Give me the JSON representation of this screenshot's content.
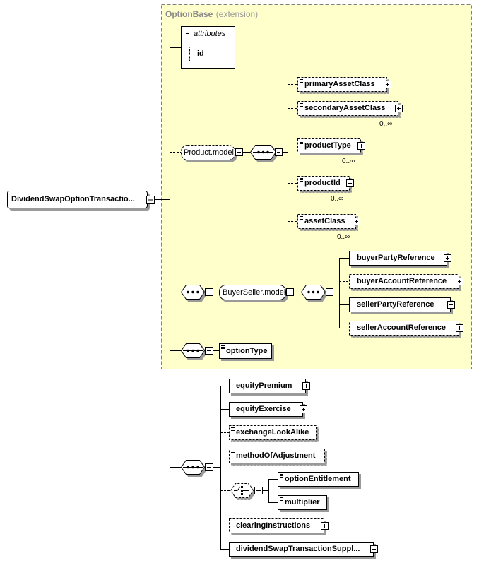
{
  "option_base": {
    "title": "OptionBase",
    "subtitle": "(extension)"
  },
  "attributes": {
    "label": "attributes",
    "items": [
      "id"
    ]
  },
  "root": {
    "label": "DividendSwapOptionTransactio..."
  },
  "product_model": {
    "label": "Product.model",
    "children": [
      {
        "label": "primaryAssetClass",
        "occurrence": ""
      },
      {
        "label": "secondaryAssetClass",
        "occurrence": "0..∞"
      },
      {
        "label": "productType",
        "occurrence": "0..∞"
      },
      {
        "label": "productId",
        "occurrence": "0..∞"
      },
      {
        "label": "assetClass",
        "occurrence": "0..∞"
      }
    ]
  },
  "buyer_seller_model": {
    "label": "BuyerSeller.model",
    "children": [
      {
        "label": "buyerPartyReference"
      },
      {
        "label": "buyerAccountReference"
      },
      {
        "label": "sellerPartyReference"
      },
      {
        "label": "sellerAccountReference"
      }
    ]
  },
  "option_type": {
    "label": "optionType"
  },
  "transaction": {
    "children": [
      {
        "label": "equityPremium"
      },
      {
        "label": "equityExercise"
      },
      {
        "label": "exchangeLookAlike"
      },
      {
        "label": "methodOfAdjustment"
      },
      {
        "label": "optionEntitlement"
      },
      {
        "label": "multiplier"
      },
      {
        "label": "clearingInstructions"
      },
      {
        "label": "dividendSwapTransactionSuppl..."
      }
    ]
  },
  "colors": {
    "extension_fill": "#ffffcc",
    "extension_border": "#808080",
    "node_fill": "#ffffff",
    "line": "#000000"
  }
}
